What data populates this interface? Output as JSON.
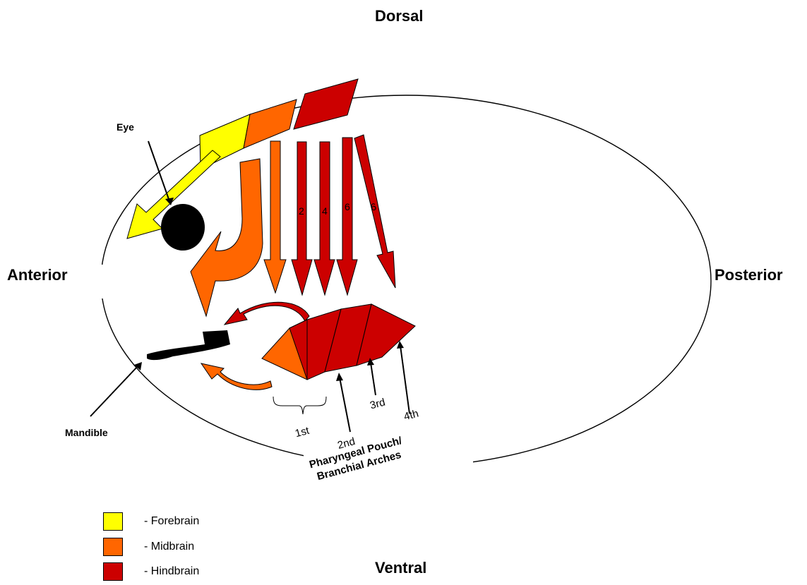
{
  "orientation": {
    "dorsal": "Dorsal",
    "ventral": "Ventral",
    "anterior": "Anterior",
    "posterior": "Posterior"
  },
  "labels": {
    "eye": "Eye",
    "mandible": "Mandible",
    "pharyngeal_line1": "Pharyngeal Pouch/",
    "pharyngeal_line2": "Branchial Arches"
  },
  "arches": [
    "1st",
    "2nd",
    "3rd",
    "4th"
  ],
  "rhombomere_numbers": [
    "2",
    "4",
    "6",
    "6"
  ],
  "legend": [
    {
      "color": "#FFFF00",
      "label": "- Forebrain"
    },
    {
      "color": "#FF6600",
      "label": "- Midbrain"
    },
    {
      "color": "#CC0000",
      "label": "- Hindbrain"
    }
  ],
  "colors": {
    "forebrain": "#FFFF00",
    "midbrain": "#FF6600",
    "hindbrain": "#CC0000",
    "outline": "#000000"
  }
}
